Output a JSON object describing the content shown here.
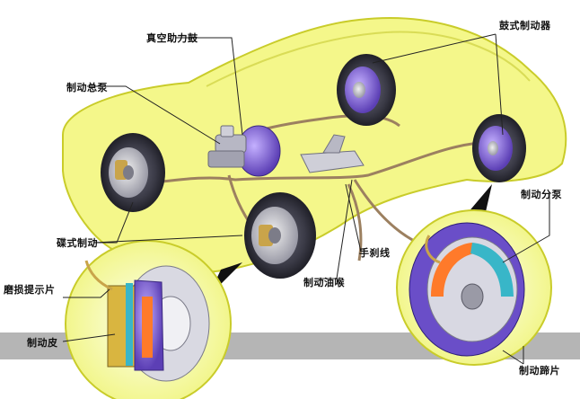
{
  "labels": {
    "vacuum_booster": "真空助力鼓",
    "drum_brake": "鼓式制动器",
    "master_cylinder": "制动总泵",
    "disc_brake": "碟式制动",
    "hand_brake_cable": "手刹线",
    "brake_hose": "制动油喉",
    "wheel_cylinder": "制动分泵",
    "wear_indicator": "磨损提示片",
    "brake_pad": "制动皮",
    "brake_shoe": "制动蹄片"
  },
  "colors": {
    "car_body": "#f4f78a",
    "car_outline": "#c9cc2a",
    "tire": "#2e2e38",
    "brake_purple": "#8a6ad8",
    "brake_line": "#9c8060",
    "gray_band": "#a8a8a8",
    "callout_fill": "#f9fcc0"
  }
}
